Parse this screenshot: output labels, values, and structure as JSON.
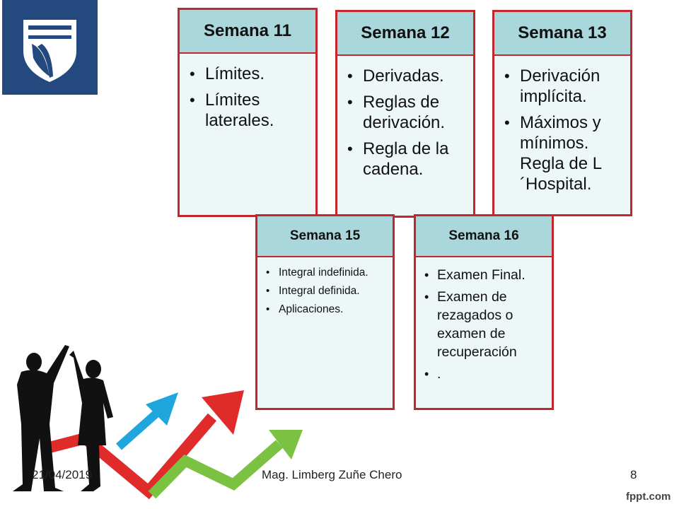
{
  "cards": {
    "s11": {
      "title": "Semana 11",
      "items": [
        "Límites.",
        "Límites laterales."
      ]
    },
    "s12": {
      "title": "Semana 12",
      "items": [
        "Derivadas.",
        "Reglas de derivación.",
        "Regla de la cadena."
      ]
    },
    "s13": {
      "title": "Semana 13",
      "items": [
        "Derivación implícita.",
        "Máximos y mínimos. Regla de L´Hospital."
      ]
    },
    "s15": {
      "title": "Semana 15",
      "items": [
        "Integral indefinida.",
        "Integral definida.",
        "Aplicaciones."
      ]
    },
    "s16": {
      "title": "Semana 16",
      "items": [
        "Examen Final.",
        "Examen de rezagados o examen de recuperación",
        "."
      ]
    }
  },
  "footer": {
    "date": "21/04/2019",
    "author": "Mag. Limberg Zuñe Chero",
    "page": "8",
    "brand": "fppt.com"
  },
  "colors": {
    "logo_bg": "#24497f",
    "card_border": "#c3262c",
    "card_header": "#a9d7dc",
    "card_body": "#eef7f8",
    "arrow_red": "#e02b2b",
    "arrow_blue": "#1fa7dd",
    "arrow_green": "#7cc242"
  }
}
